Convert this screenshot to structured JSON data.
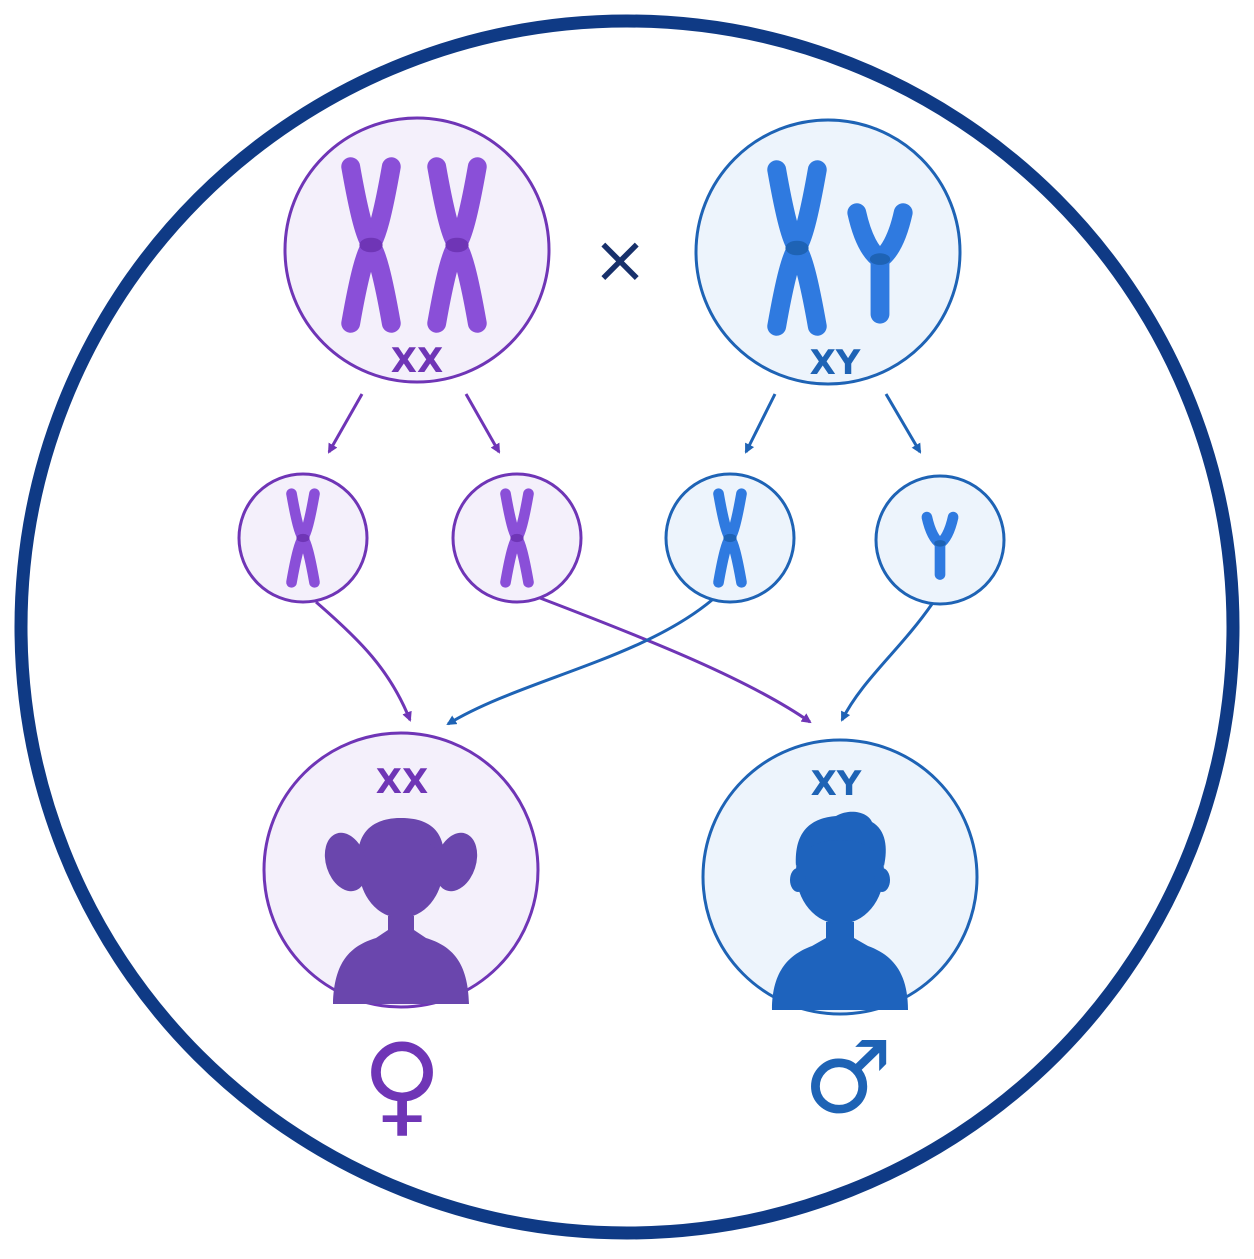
{
  "colors": {
    "frame": "#0f3a85",
    "purple": "#6f35b6",
    "purple_fill": "#f4f0fb",
    "purple_chromosome": "#8a4fd8",
    "blue": "#1e63b5",
    "blue_fill": "#edf4fc",
    "blue_chromosome": "#2f7ae0",
    "cross_mark": "#17306b",
    "girl_silhouette": "#6a46ad",
    "boy_silhouette": "#1e63bd"
  },
  "parents": {
    "mother": {
      "genotype": "XX"
    },
    "cross_symbol": "×",
    "father": {
      "genotype": "XY"
    }
  },
  "offspring": {
    "daughter": {
      "genotype": "XX",
      "sex_symbol": "♀",
      "icon": "girl-silhouette-icon"
    },
    "son": {
      "genotype": "XY",
      "sex_symbol": "♂",
      "icon": "boy-silhouette-icon"
    }
  }
}
